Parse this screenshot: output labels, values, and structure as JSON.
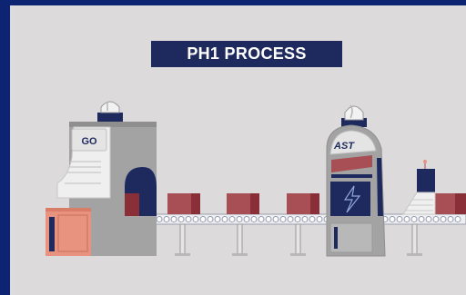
{
  "title": "PH1 PROCESS",
  "machine_left": {
    "label": "GO"
  },
  "machine_right": {
    "label": "AST"
  },
  "colors": {
    "background": "#dcdadb",
    "frame": "#0d2472",
    "banner": "#1e2a5e",
    "box": "#a84e55",
    "box_dark": "#8a2f37",
    "machine_gray": "#a3a3a3",
    "accent_salmon": "#e8937f",
    "navy": "#1e2a5e"
  }
}
